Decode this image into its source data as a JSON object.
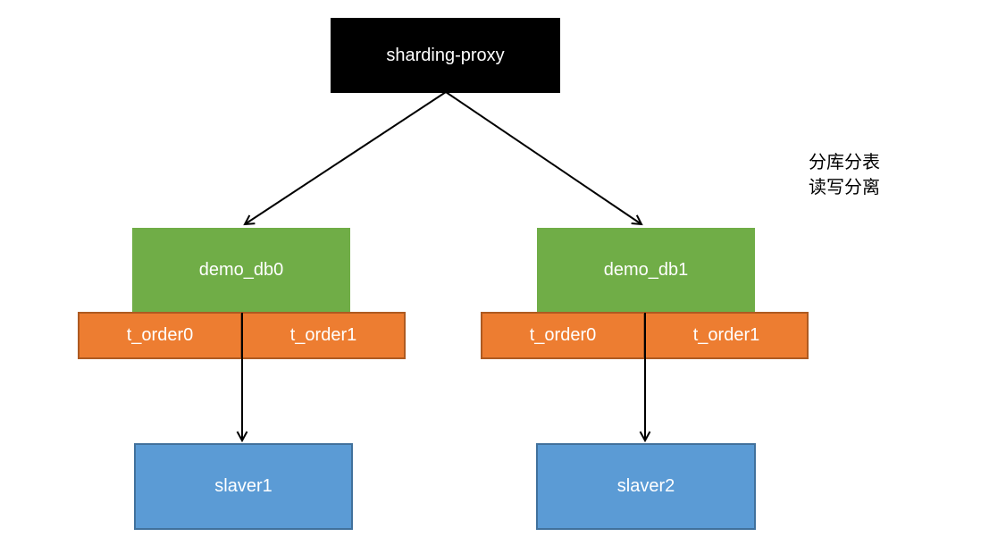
{
  "diagram": {
    "proxy": {
      "label": "sharding-proxy"
    },
    "groups": [
      {
        "db": "demo_db0",
        "tables": [
          "t_order0",
          "t_order1"
        ],
        "slave": "slaver1"
      },
      {
        "db": "demo_db1",
        "tables": [
          "t_order0",
          "t_order1"
        ],
        "slave": "slaver2"
      }
    ],
    "note": {
      "line1": "分库分表",
      "line2": "读写分离"
    },
    "colors": {
      "proxy_bg": "#000000",
      "db_green": "#70ad47",
      "table_orange": "#ed7d31",
      "table_border": "#ae5a21",
      "slave_blue": "#5b9bd5",
      "slave_border": "#41719c",
      "arrow": "#000000",
      "box_text": "#ffffff",
      "note_text": "#000000"
    }
  }
}
